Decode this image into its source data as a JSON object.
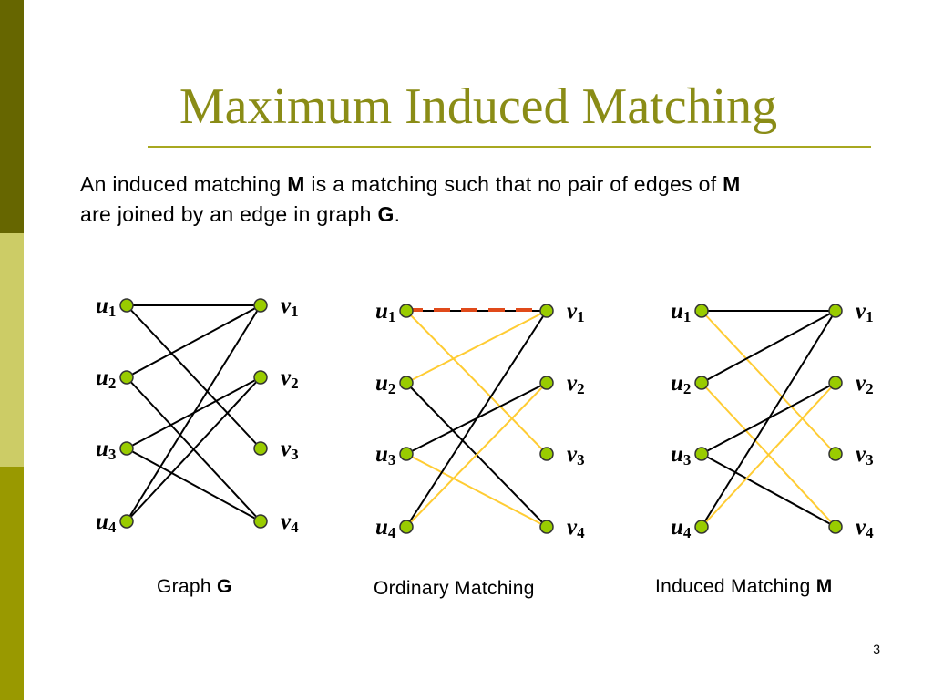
{
  "slide": {
    "title": "Maximum Induced Matching",
    "description": {
      "part1": "An induced matching ",
      "bold1": "M",
      "part2": " is a matching such that no pair of edges of ",
      "bold2": "M",
      "part3": " are joined by an edge in graph ",
      "bold3": "G",
      "part4": "."
    },
    "page_number": "3"
  },
  "colors": {
    "title": "#8a8c16",
    "rule": "#a8a820",
    "sidebar_dark": "#666600",
    "sidebar_light": "#cccc66",
    "sidebar_mid": "#999900",
    "node_fill": "#99cc00",
    "node_stroke": "#333333",
    "edge_black": "#000000",
    "edge_yellow": "#ffcc33",
    "edge_red": "#e04a1a"
  },
  "diagrams": [
    {
      "id": "graph-g",
      "caption_text": "Graph ",
      "caption_bold": "G",
      "left_nodes": [
        "u",
        "u",
        "u",
        "u"
      ],
      "left_subs": [
        "1",
        "2",
        "3",
        "4"
      ],
      "right_nodes": [
        "v",
        "v",
        "v",
        "v"
      ],
      "right_subs": [
        "1",
        "2",
        "3",
        "4"
      ],
      "edges": [
        {
          "from": 1,
          "to": 1,
          "style": "black"
        },
        {
          "from": 1,
          "to": 3,
          "style": "black"
        },
        {
          "from": 2,
          "to": 1,
          "style": "black"
        },
        {
          "from": 2,
          "to": 4,
          "style": "black"
        },
        {
          "from": 3,
          "to": 2,
          "style": "black"
        },
        {
          "from": 3,
          "to": 4,
          "style": "black"
        },
        {
          "from": 4,
          "to": 1,
          "style": "black"
        },
        {
          "from": 4,
          "to": 2,
          "style": "black"
        }
      ]
    },
    {
      "id": "ordinary-matching",
      "caption_text": "Ordinary Matching",
      "caption_bold": "",
      "left_nodes": [
        "u",
        "u",
        "u",
        "u"
      ],
      "left_subs": [
        "1",
        "2",
        "3",
        "4"
      ],
      "right_nodes": [
        "v",
        "v",
        "v",
        "v"
      ],
      "right_subs": [
        "1",
        "2",
        "3",
        "4"
      ],
      "edges": [
        {
          "from": 1,
          "to": 1,
          "style": "red-dashed"
        },
        {
          "from": 1,
          "to": 3,
          "style": "yellow"
        },
        {
          "from": 2,
          "to": 1,
          "style": "yellow"
        },
        {
          "from": 2,
          "to": 4,
          "style": "black"
        },
        {
          "from": 3,
          "to": 2,
          "style": "black"
        },
        {
          "from": 3,
          "to": 4,
          "style": "yellow"
        },
        {
          "from": 4,
          "to": 1,
          "style": "black"
        },
        {
          "from": 4,
          "to": 2,
          "style": "yellow"
        }
      ]
    },
    {
      "id": "induced-matching",
      "caption_text": "Induced Matching ",
      "caption_bold": "M",
      "left_nodes": [
        "u",
        "u",
        "u",
        "u"
      ],
      "left_subs": [
        "1",
        "2",
        "3",
        "4"
      ],
      "right_nodes": [
        "v",
        "v",
        "v",
        "v"
      ],
      "right_subs": [
        "1",
        "2",
        "3",
        "4"
      ],
      "edges": [
        {
          "from": 1,
          "to": 1,
          "style": "black"
        },
        {
          "from": 1,
          "to": 3,
          "style": "yellow"
        },
        {
          "from": 2,
          "to": 1,
          "style": "black"
        },
        {
          "from": 2,
          "to": 4,
          "style": "yellow"
        },
        {
          "from": 3,
          "to": 2,
          "style": "black"
        },
        {
          "from": 3,
          "to": 4,
          "style": "black"
        },
        {
          "from": 4,
          "to": 1,
          "style": "black"
        },
        {
          "from": 4,
          "to": 2,
          "style": "yellow"
        }
      ]
    }
  ]
}
